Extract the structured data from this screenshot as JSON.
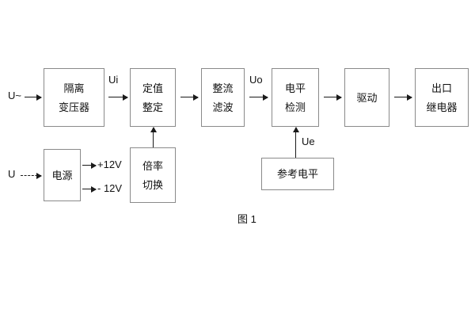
{
  "figure": {
    "caption": "图 1",
    "inputs": {
      "ac_source": "U~",
      "dc_source": "U"
    },
    "signal_labels": {
      "ui": "Ui",
      "uo": "Uo",
      "ue": "Ue"
    },
    "power_rails": {
      "positive": "+12V",
      "negative": "- 12V"
    },
    "blocks": [
      {
        "id": "isolation-transformer",
        "line1": "隔离",
        "line2": "变压器"
      },
      {
        "id": "setpoint-adjust",
        "line1": "定值",
        "line2": "整定"
      },
      {
        "id": "rectify-filter",
        "line1": "整流",
        "line2": "滤波"
      },
      {
        "id": "level-detect",
        "line1": "电平",
        "line2": "检测"
      },
      {
        "id": "drive",
        "line1": "驱动",
        "line2": ""
      },
      {
        "id": "output-relay",
        "line1": "出口",
        "line2": "继电器"
      },
      {
        "id": "power-supply",
        "line1": "电源",
        "line2": ""
      },
      {
        "id": "multiplier-switch",
        "line1": "倍率",
        "line2": "切换"
      },
      {
        "id": "reference-level",
        "line1": "参考电平",
        "line2": ""
      }
    ],
    "colors": {
      "box_border": "#8a8a8a",
      "arrow": "#1a1a1a",
      "text": "#111111",
      "background": "#ffffff"
    }
  }
}
